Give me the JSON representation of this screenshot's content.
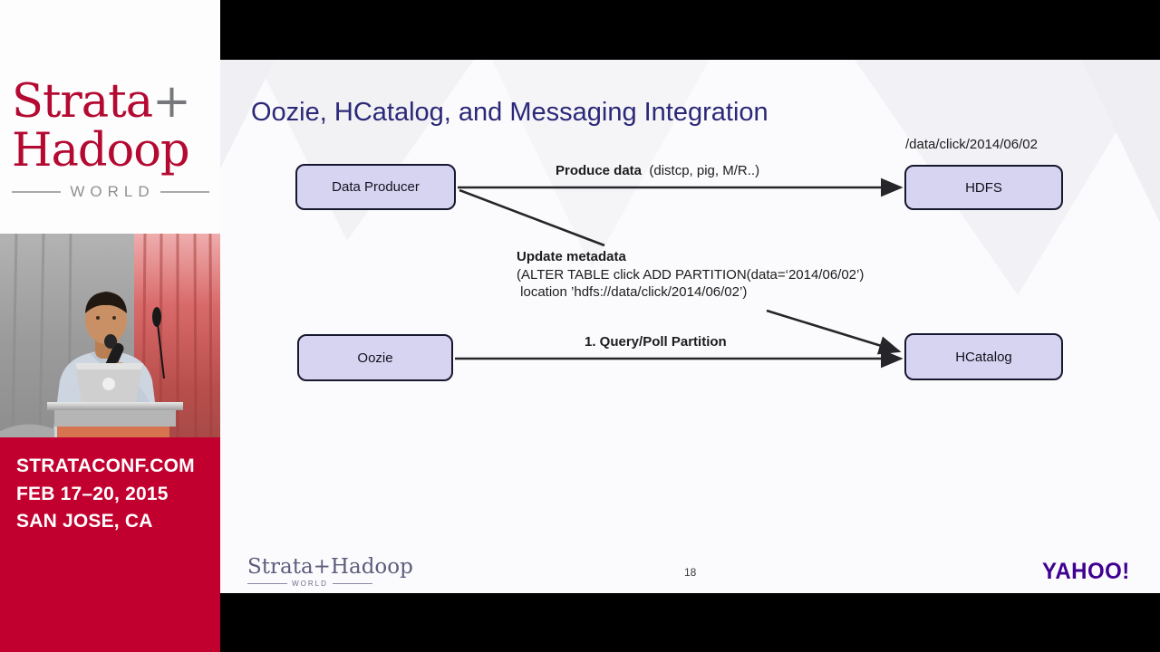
{
  "sidebar": {
    "logo": {
      "strata": "Strata",
      "plus": "+",
      "hadoop": "Hadoop",
      "world": "WORLD"
    },
    "event": {
      "url": "STRATACONF.COM",
      "dates": "FEB 17–20, 2015",
      "location": "SAN JOSE, CA"
    }
  },
  "slide": {
    "title": "Oozie, HCatalog, and Messaging Integration",
    "diagram": {
      "nodes": [
        {
          "id": "data-producer",
          "label": "Data Producer"
        },
        {
          "id": "hdfs",
          "label": "HDFS"
        },
        {
          "id": "oozie",
          "label": "Oozie"
        },
        {
          "id": "hcatalog",
          "label": "HCatalog"
        }
      ],
      "hdfs_path": "/data/click/2014/06/02",
      "produce_bold": "Produce data",
      "produce_rest": "  (distcp, pig, M/R..)",
      "update_bold": "Update metadata",
      "update_line2": "(ALTER TABLE click ADD PARTITION(data=‘2014/06/02’)",
      "update_line3": " location ’hdfs://data/click/2014/06/02’)",
      "query_label": "1. Query/Poll Partition"
    },
    "footer": {
      "logo_text": "Strata+Hadoop",
      "logo_world": "WORLD",
      "page_number": "18",
      "brand": "YAHOO!"
    }
  },
  "colors": {
    "accent_red": "#c2002f",
    "logo_red": "#b40a32",
    "title_navy": "#2b2878",
    "node_fill": "#d7d4f1",
    "node_border": "#17172e",
    "yahoo_purple": "#400090"
  }
}
